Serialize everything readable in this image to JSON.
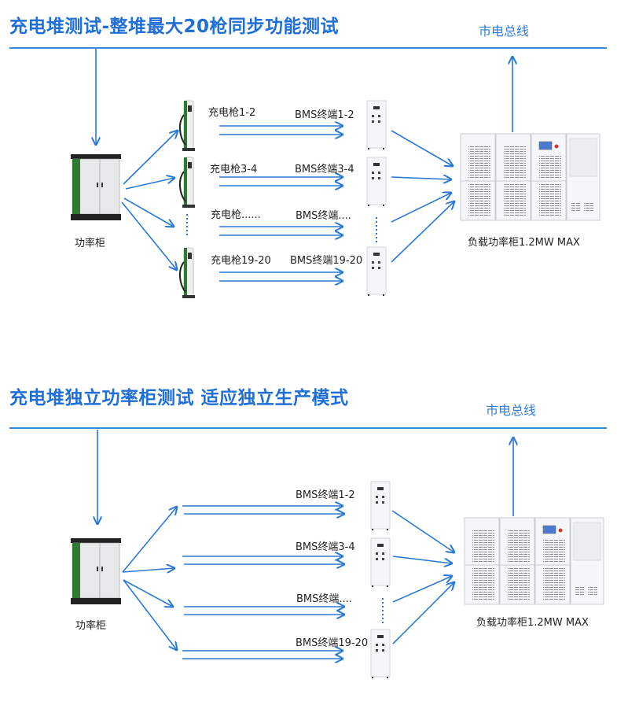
{
  "colors": {
    "accent": "#1f6fd6",
    "line": "#3b86d8",
    "arrow": "#2a7ad4",
    "cabinet_green": "#2f7a33"
  },
  "section1": {
    "title": "充电堆测试-整堆最大20枪同步功能测试",
    "bus_label": "市电总线",
    "power_cabinet_label": "功率柜",
    "chargers": [
      {
        "label": "充电枪1-2"
      },
      {
        "label": "充电枪3-4"
      },
      {
        "label": "充电枪......"
      },
      {
        "label": "充电枪19-20"
      }
    ],
    "bms": [
      {
        "label": "BMS终端1-2"
      },
      {
        "label": "BMS终端3-4"
      },
      {
        "label": "BMS终端...."
      },
      {
        "label": "BMS终端19-20"
      }
    ],
    "load_label": "负载功率柜1.2MW MAX"
  },
  "section2": {
    "title": "充电堆独立功率柜测试    适应独立生产模式",
    "bus_label": "市电总线",
    "power_cabinet_label": "功率柜",
    "bms": [
      {
        "label": "BMS终端1-2"
      },
      {
        "label": "BMS终端3-4"
      },
      {
        "label": "BMS终端...."
      },
      {
        "label": "BMS终端19-20"
      }
    ],
    "load_label": "负载功率柜1.2MW MAX"
  }
}
